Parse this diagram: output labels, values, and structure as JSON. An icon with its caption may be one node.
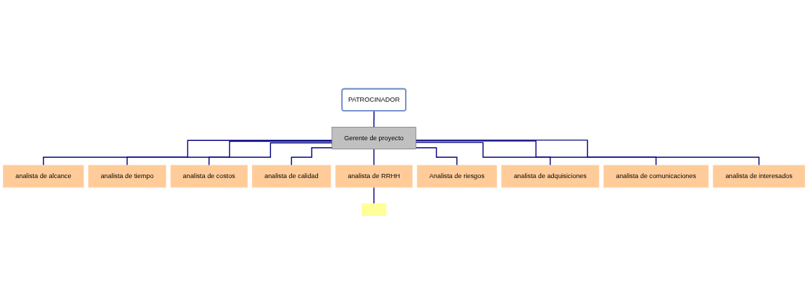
{
  "diagram": {
    "nodes": [
      {
        "text": [
          "PATROCINADOR"
        ]
      },
      {
        "text": [
          "Gerente de proyecto"
        ]
      },
      {
        "text": [
          "analista de alcance"
        ]
      },
      {
        "text": [
          "analista de tiempo"
        ]
      },
      {
        "text": [
          "analista de costos"
        ]
      },
      {
        "text": [
          "analista de calidad"
        ]
      },
      {
        "text": [
          "analista de RRHH"
        ]
      },
      {
        "text": [
          "Analista de riesgos"
        ]
      },
      {
        "text": [
          "analista de adquisiciones"
        ]
      },
      {
        "text": [
          "analista de comunicaciones"
        ]
      },
      {
        "text": [
          "analista de interesados"
        ]
      },
      {
        "text": [],
        "shape": "box"
      }
    ],
    "edges": [
      {
        "from": 0,
        "to": 1,
        "arrow": "none"
      },
      {
        "from": 1,
        "to": 2,
        "arrow": "none"
      },
      {
        "from": 1,
        "to": 3,
        "arrow": "none"
      },
      {
        "from": 1,
        "to": 4,
        "arrow": "none"
      },
      {
        "from": 1,
        "to": 5,
        "arrow": "none"
      },
      {
        "from": 1,
        "to": 6,
        "arrow": "none"
      },
      {
        "from": 1,
        "to": 7,
        "arrow": "none"
      },
      {
        "from": 1,
        "to": 8,
        "arrow": "none"
      },
      {
        "from": 1,
        "to": 9,
        "arrow": "none"
      },
      {
        "from": 1,
        "to": 10,
        "arrow": "none"
      },
      {
        "from": 6,
        "to": 11,
        "arrow": "none"
      }
    ]
  }
}
